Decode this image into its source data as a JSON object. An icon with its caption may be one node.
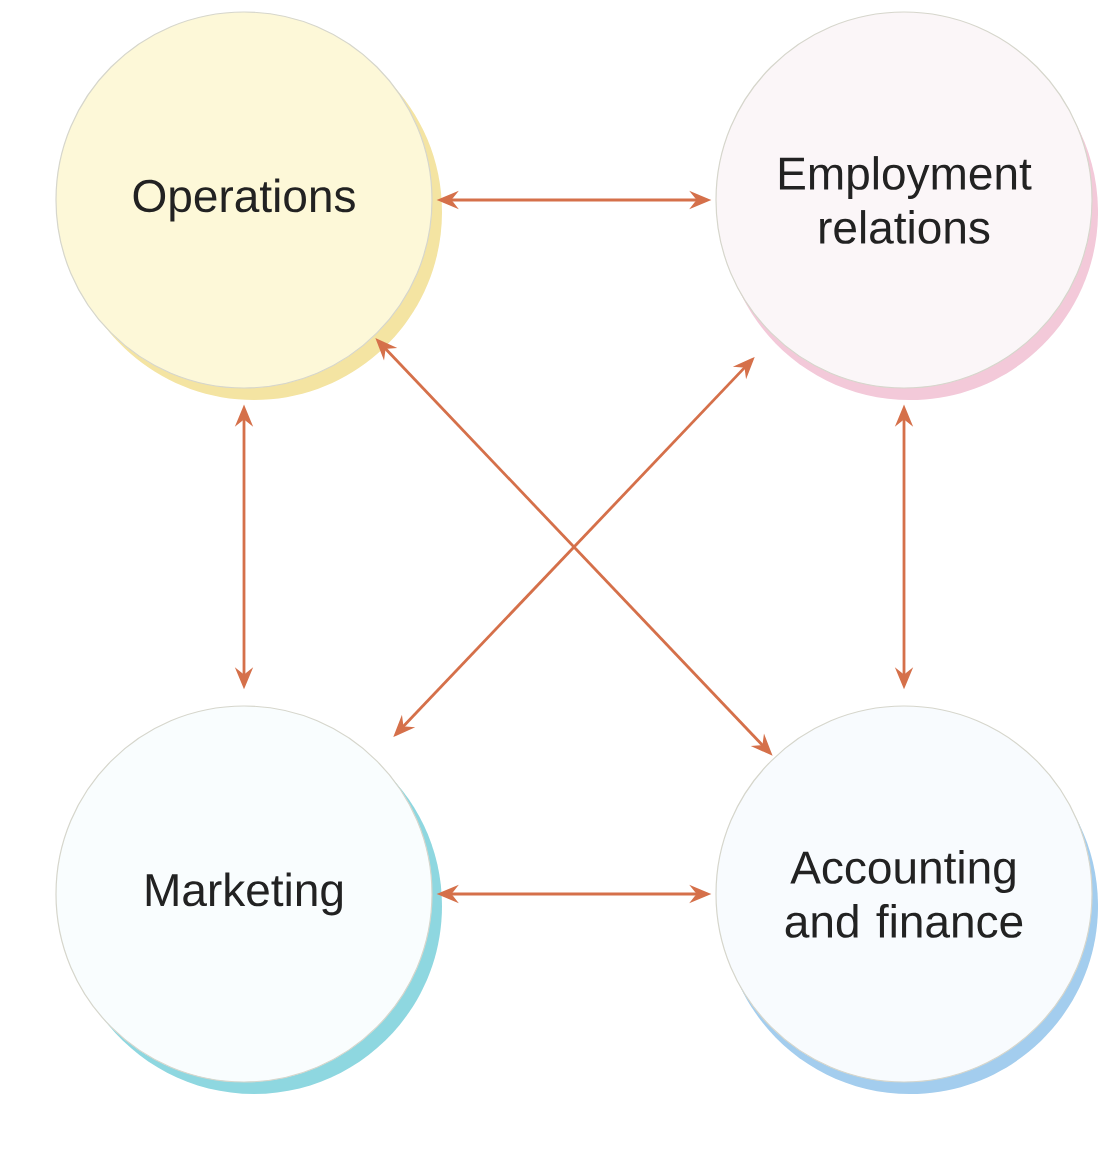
{
  "diagram": {
    "nodes": [
      {
        "text": [
          "Operations"
        ]
      },
      {
        "text": [
          "Employment relations"
        ]
      },
      {
        "text": [
          "Marketing"
        ]
      },
      {
        "text": [
          "Accounting and finance"
        ]
      }
    ],
    "edges": [
      {
        "from": 0,
        "to": 1,
        "arrow": "both"
      },
      {
        "from": 0,
        "to": 2,
        "arrow": "both"
      },
      {
        "from": 0,
        "to": 3,
        "arrow": "both"
      },
      {
        "from": 1,
        "to": 2,
        "arrow": "both"
      },
      {
        "from": 1,
        "to": 3,
        "arrow": "both"
      },
      {
        "from": 2,
        "to": 3,
        "arrow": "both"
      }
    ]
  }
}
